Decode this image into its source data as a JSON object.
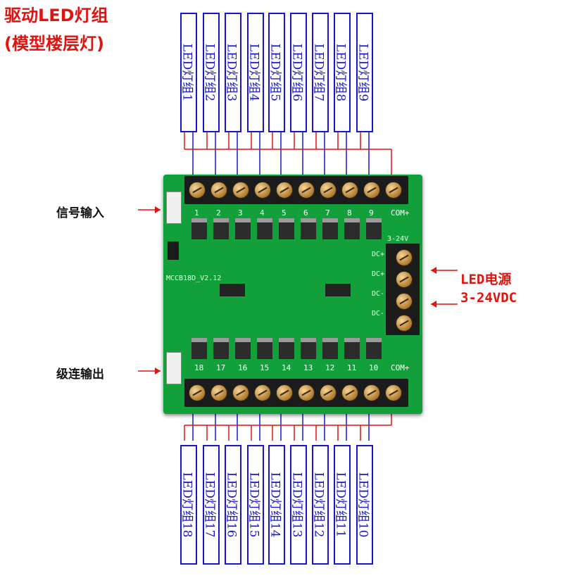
{
  "title": {
    "line1": "驱动LED灯组",
    "line2": "(模型楼层灯)"
  },
  "top_groups": [
    "LED灯组1",
    "LED灯组2",
    "LED灯组3",
    "LED灯组4",
    "LED灯组5",
    "LED灯组6",
    "LED灯组7",
    "LED灯组8",
    "LED灯组9"
  ],
  "bottom_groups": [
    "LED灯组18",
    "LED灯组17",
    "LED灯组16",
    "LED灯组15",
    "LED灯组14",
    "LED灯组13",
    "LED灯组12",
    "LED灯组11",
    "LED灯组10"
  ],
  "labels": {
    "signal_in": "信号输入",
    "cascade_out": "级连输出",
    "power_line1": "LED电源",
    "power_line2": "3-24VDC"
  },
  "board": {
    "top_numbers": [
      "1",
      "2",
      "3",
      "4",
      "5",
      "6",
      "7",
      "8",
      "9",
      "COM+"
    ],
    "bottom_numbers": [
      "18",
      "17",
      "16",
      "15",
      "14",
      "13",
      "12",
      "11",
      "10",
      "COM+"
    ],
    "model": "MCCB18D_V2.12",
    "voltage": "3-24V",
    "dc_pins": [
      "DC+",
      "DC+",
      "DC-",
      "DC-"
    ]
  },
  "colors": {
    "wire_red": "#e0140f",
    "wire_blue": "#1818c8",
    "pcb": "#12a03a"
  }
}
